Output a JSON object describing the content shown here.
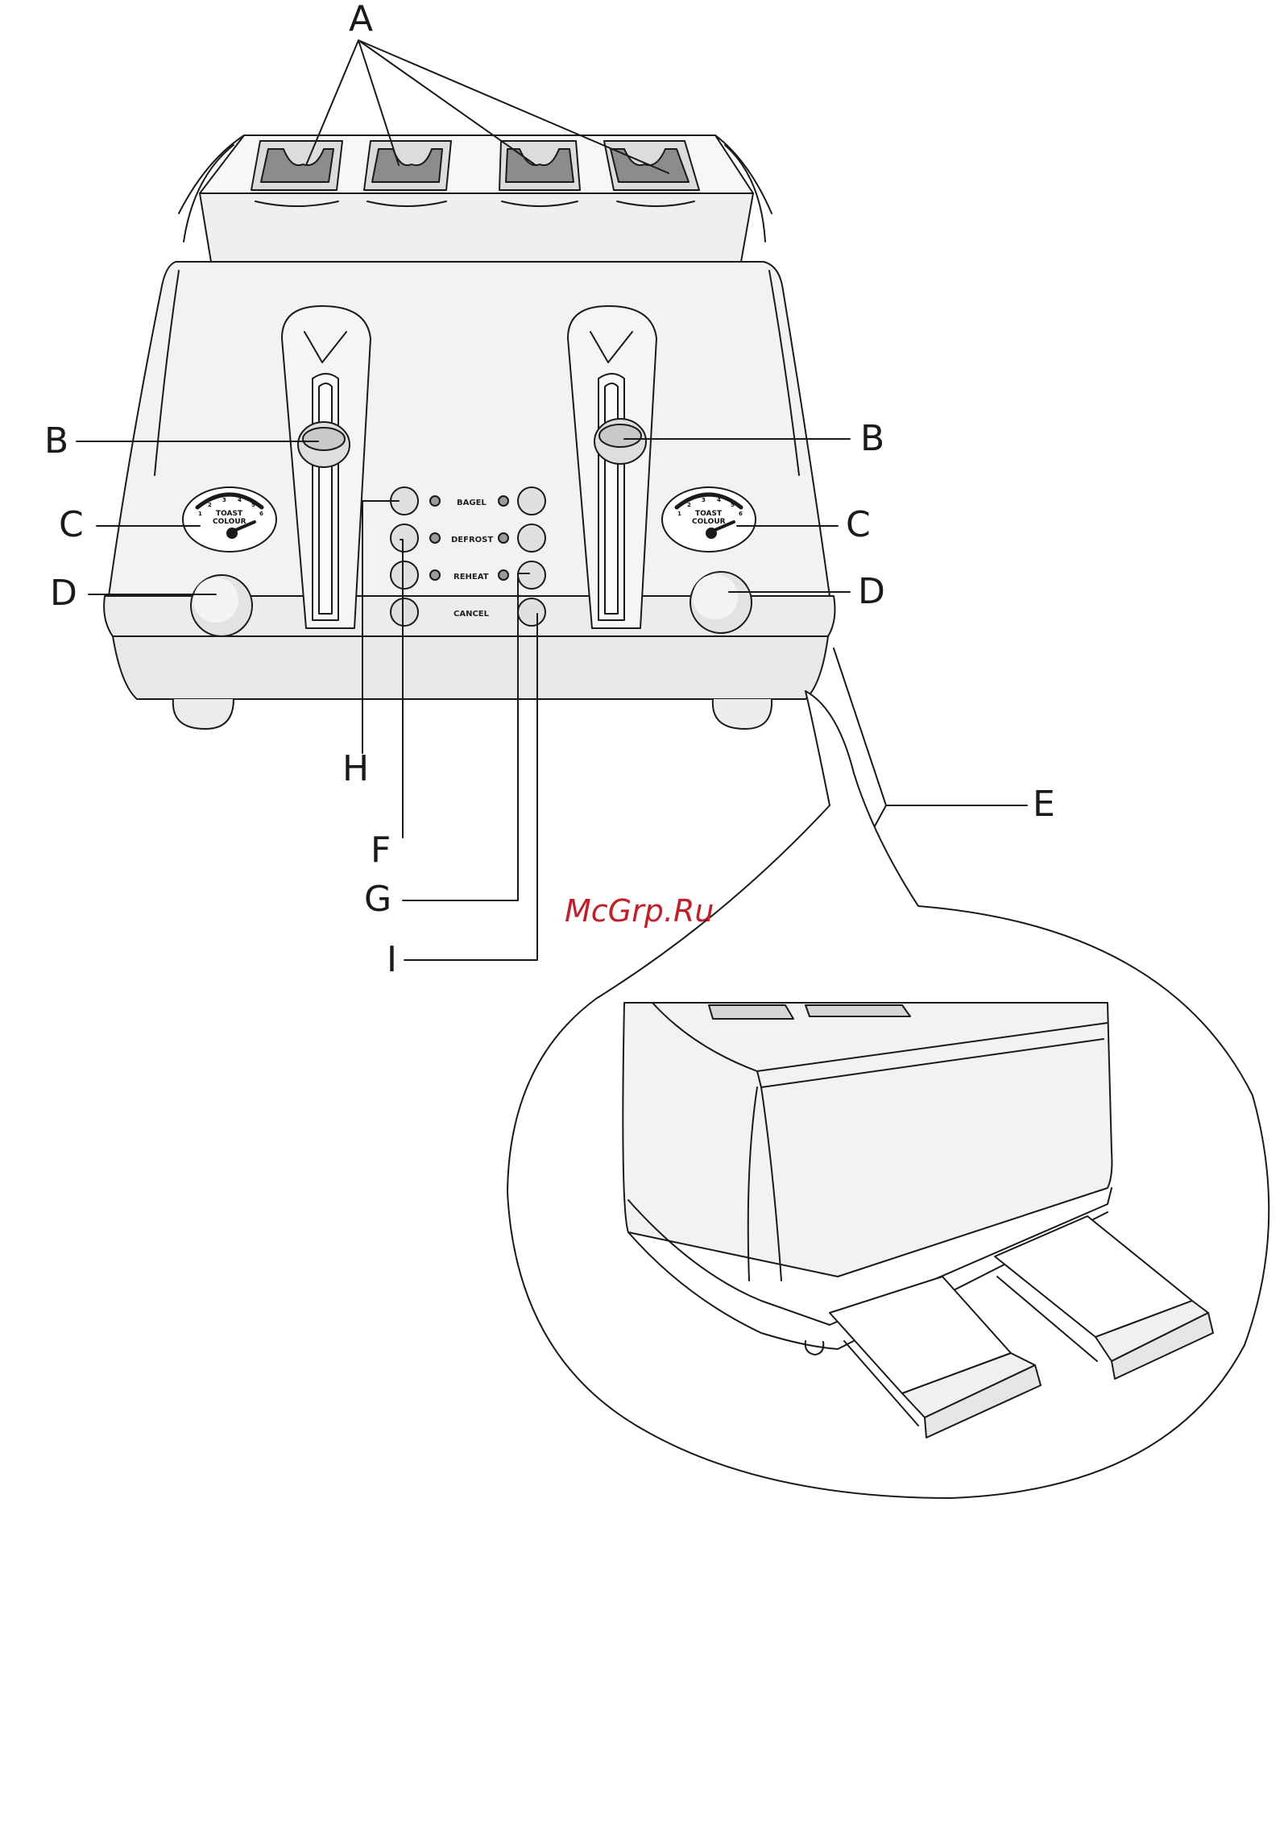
{
  "callouts": {
    "A": "A",
    "B_left": "B",
    "B_right": "B",
    "C_left": "C",
    "C_right": "C",
    "D_left": "D",
    "D_right": "D",
    "E": "E",
    "F": "F",
    "G": "G",
    "H": "H",
    "I": "I"
  },
  "control_panel": {
    "bagel": "BAGEL",
    "defrost": "DEFROST",
    "reheat": "REHEAT",
    "cancel": "CANCEL"
  },
  "dial": {
    "line1": "TOAST",
    "line2": "COLOUR",
    "numbers": [
      "1",
      "2",
      "3",
      "4",
      "5",
      "6"
    ]
  },
  "watermark": "McGrp.Ru",
  "colors": {
    "outline": "#1a1a1a",
    "body_fill": "#f2f2f2",
    "slot_fill": "#8c8c8c",
    "watermark": "#c0202c"
  }
}
